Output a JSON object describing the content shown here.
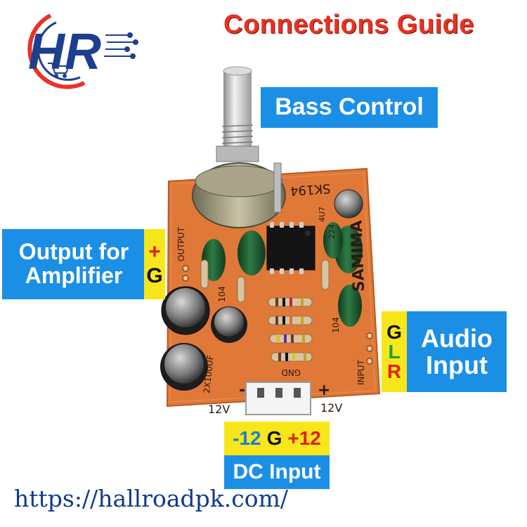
{
  "header": {
    "title": "Connections Guide",
    "logo_text": "HR"
  },
  "labels": {
    "bass": "Bass Control",
    "output_line1": "Output for",
    "output_line2": "Amplifier",
    "output_plus": "+",
    "output_g": "G",
    "audio_line1": "Audio",
    "audio_line2": "Input",
    "audio_g": "G",
    "audio_l": "L",
    "audio_r": "R",
    "dc_minus": "-12",
    "dc_g": "G",
    "dc_plus": "+12",
    "dc_input": "DC Input"
  },
  "board": {
    "model": "SK194",
    "brand": "SAMIMA",
    "output_silk": "OUTPUT",
    "input_silk": "INPUT",
    "gnd_silk": "GND",
    "cap_silk": "2X100UF",
    "cap104_a": "104",
    "cap104_b": "104",
    "cap4u7": "4U7",
    "cap224": "224",
    "v12_left": "12V",
    "v12_right": "12V",
    "minus_sign": "-",
    "plus_sign": "+"
  },
  "footer": {
    "url": "https://hallroadpk.com/"
  },
  "colors": {
    "title_red": "#e83222",
    "label_blue": "#1b8fe6",
    "label_yellow": "#f6e61a",
    "pcb_orange": "#e07838",
    "logo_navy": "#1d3f8f",
    "url_navy": "#0f3b8a"
  }
}
